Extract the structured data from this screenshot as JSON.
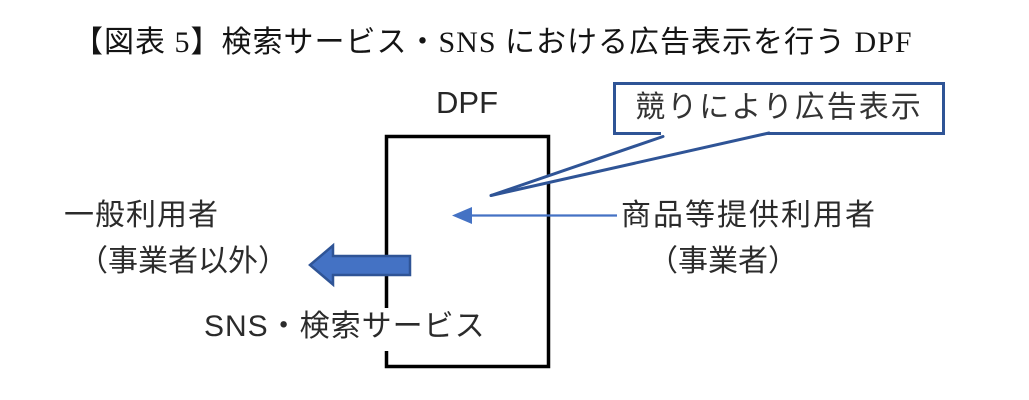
{
  "figure": {
    "title": "【図表 5】検索サービス・SNS における広告表示を行う DPF",
    "dpf_label": "DPF",
    "callout": {
      "text": "競りにより広告表示"
    },
    "left_entity": {
      "name": "一般利用者",
      "qualifier": "（事業者以外）"
    },
    "right_entity": {
      "name": "商品等提供利用者",
      "qualifier": "（事業者）"
    },
    "service_label": "SNS・検索サービス",
    "colors": {
      "box_border": "#000000",
      "callout_border": "#2F5496",
      "arrow_fill": "#4472C4",
      "arrow_outline": "#2F5496",
      "thin_arrow": "#4472C4",
      "white": "#ffffff"
    }
  }
}
